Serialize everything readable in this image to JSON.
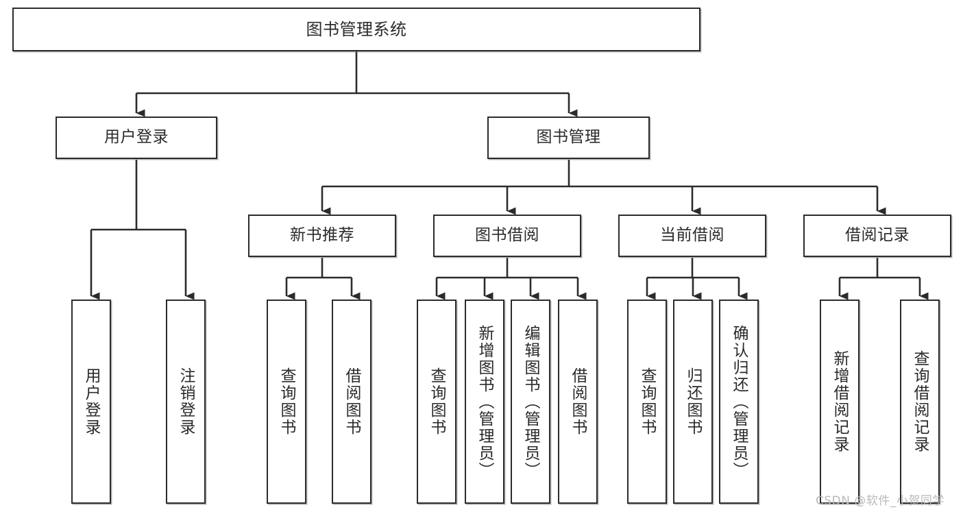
{
  "diagram": {
    "title": "图书管理系统",
    "type": "tree-hierarchy",
    "orientation": "top-down",
    "colors": {
      "box_border": "#2b2b2b",
      "box_fill": "#ffffff",
      "text": "#2a2a2a",
      "edge": "#2b2b2b",
      "watermark": "#b9b9b9",
      "background": "#ffffff"
    },
    "nodes": {
      "root": {
        "label": "图书管理系统"
      },
      "level2": [
        {
          "label": "用户登录"
        },
        {
          "label": "图书管理"
        }
      ],
      "level3": [
        {
          "label": "新书推荐"
        },
        {
          "label": "图书借阅"
        },
        {
          "label": "当前借阅"
        },
        {
          "label": "借阅记录"
        }
      ],
      "leaves_user_login": [
        {
          "label": "用户登录"
        },
        {
          "label": "注销登录"
        }
      ],
      "leaves_new_book": [
        {
          "label": "查询图书"
        },
        {
          "label": "借阅图书"
        }
      ],
      "leaves_borrow": [
        {
          "label": "查询图书"
        },
        {
          "label": "新增图书（管理员）"
        },
        {
          "label": "编辑图书（管理员）"
        },
        {
          "label": "借阅图书"
        }
      ],
      "leaves_current": [
        {
          "label": "查询图书"
        },
        {
          "label": "归还图书"
        },
        {
          "label": "确认归还（管理员）"
        }
      ],
      "leaves_records": [
        {
          "label": "新增借阅记录"
        },
        {
          "label": "查询借阅记录"
        }
      ]
    },
    "watermark": "CSDN @软件_小贺同学"
  }
}
